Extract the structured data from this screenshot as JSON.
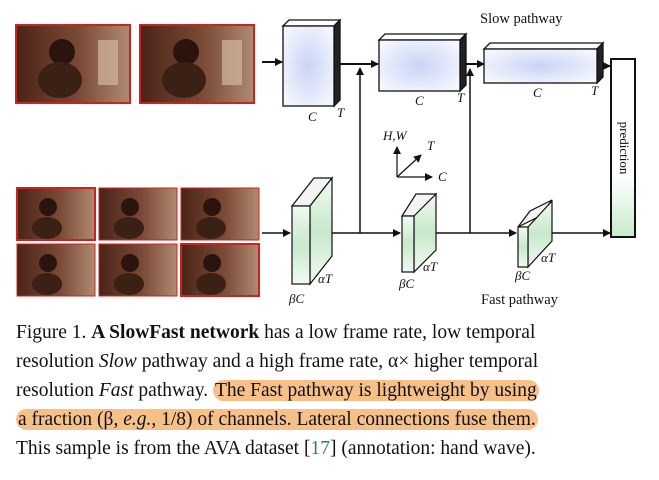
{
  "diagram": {
    "labels": {
      "slow_pathway": "Slow pathway",
      "fast_pathway": "Fast pathway",
      "prediction": "prediction",
      "slow_c": "C",
      "slow_t": "T",
      "fast_ac": "αT",
      "fast_bc": "βC",
      "axis_hw": "H,W",
      "axis_t": "T",
      "axis_c": "C"
    }
  },
  "caption": {
    "p1": "Figure 1. ",
    "p2": "A SlowFast network",
    "p3": " has a low frame rate, low temporal",
    "p4": "resolution ",
    "p5": "Slow",
    "p6": " pathway and a high frame rate, α× higher temporal",
    "p7": "resolution ",
    "p8": "Fast",
    "p9": " pathway. ",
    "h1": "The Fast pathway is lightweight by using",
    "h2a": "a fraction (β, ",
    "h2b": "e.g.",
    "h2c": ", 1/8) of channels. Lateral connections fuse them.",
    "p10": "This sample is from the AVA dataset [",
    "cite": "17",
    "p11": "] (annotation: hand wave)."
  }
}
